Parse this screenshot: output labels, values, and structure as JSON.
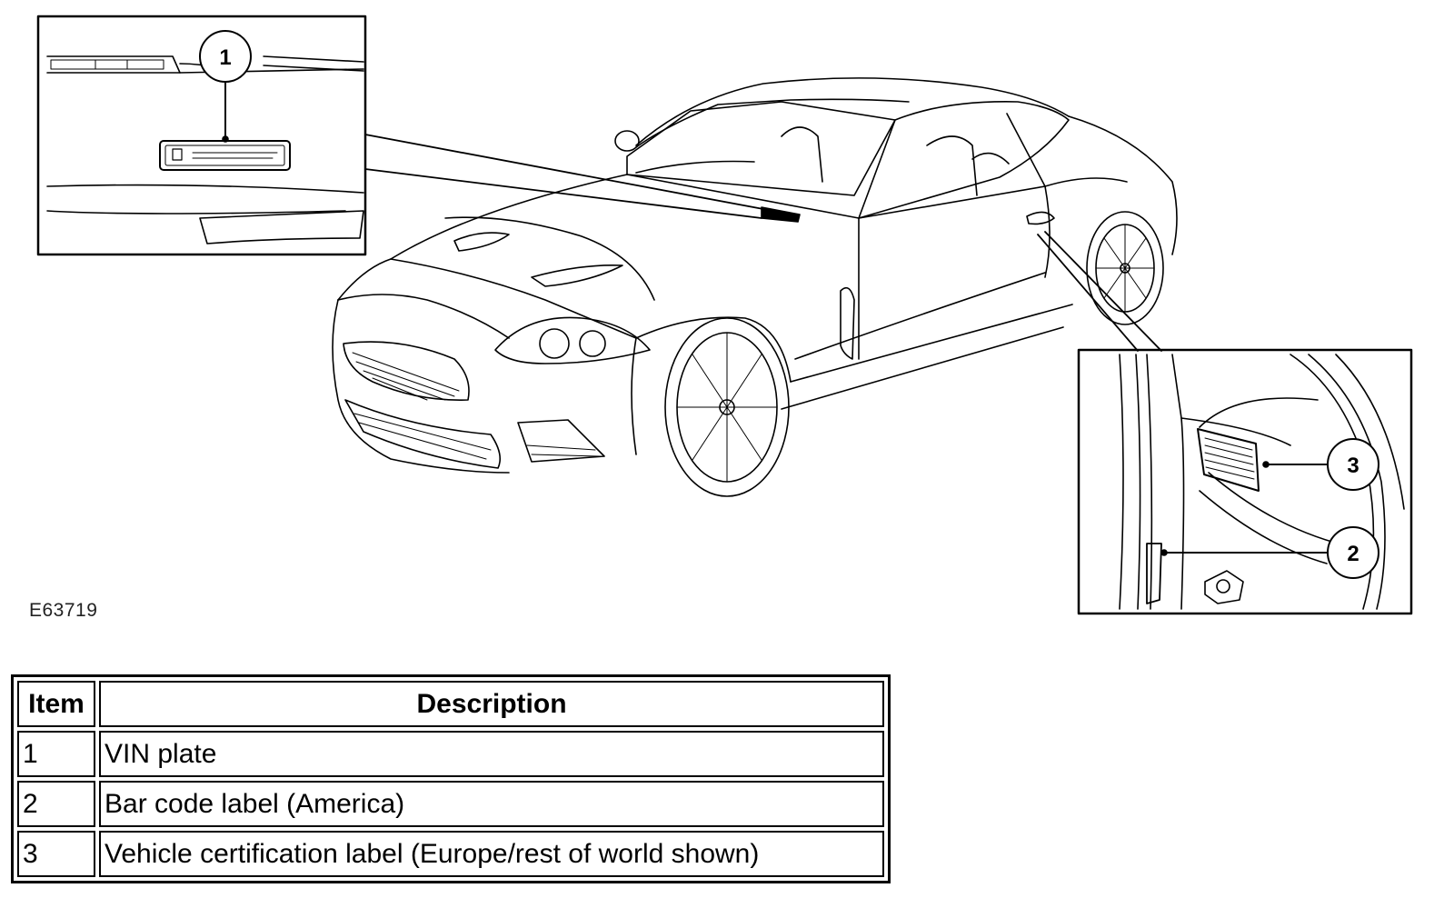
{
  "figure": {
    "id": "E63719",
    "callouts": [
      {
        "number": "1"
      },
      {
        "number": "2"
      },
      {
        "number": "3"
      }
    ]
  },
  "legend": {
    "headers": {
      "item": "Item",
      "description": "Description"
    },
    "rows": [
      {
        "item": "1",
        "description": "VIN plate"
      },
      {
        "item": "2",
        "description": "Bar code label (America)"
      },
      {
        "item": "3",
        "description": "Vehicle certification label (Europe/rest of world shown)"
      }
    ]
  }
}
